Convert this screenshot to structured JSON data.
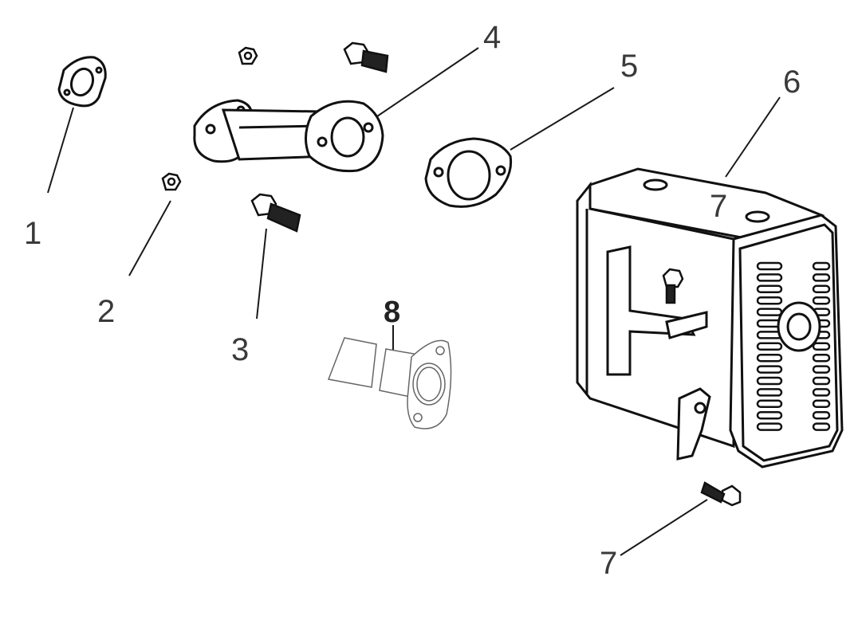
{
  "diagram": {
    "type": "exploded-parts-view",
    "callouts": [
      "1",
      "2",
      "3",
      "4",
      "5",
      "6",
      "7",
      "7",
      "8"
    ],
    "colors": {
      "line": "#1a1a1a",
      "label": "#3a3a3a",
      "background": "#ffffff"
    }
  }
}
